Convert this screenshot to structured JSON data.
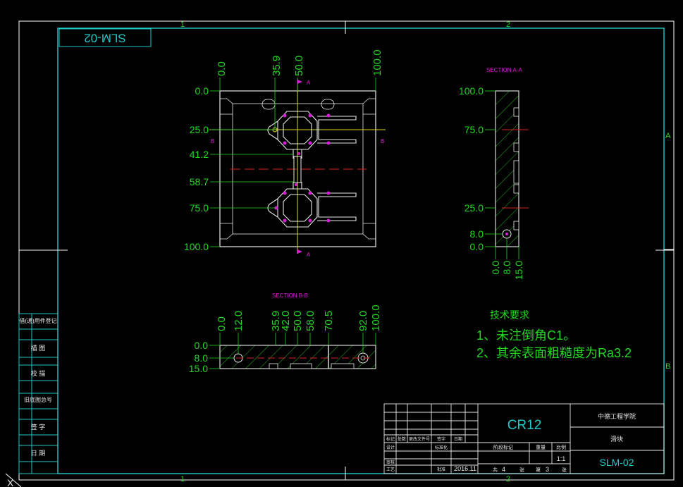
{
  "colors": {
    "bg": "#000000",
    "frame": "#ffffff",
    "border": "#22c8c8",
    "outline": "#e8e8e8",
    "dim": "#22d822",
    "hatch": "#22b022",
    "center": "#d82020",
    "section": "#d81fd8",
    "axis": "#d8d820"
  },
  "frame": {
    "zone_cols": [
      "1",
      "2"
    ],
    "zone_rows": [
      "A",
      "B"
    ],
    "corner_mark": "X"
  },
  "drawing_no_box": "SLM-02",
  "front_view": {
    "x_labels": [
      "0.0",
      "35.9",
      "50.0",
      "100.0"
    ],
    "y_labels": [
      "0.0",
      "25.0",
      "41.2",
      "58.7",
      "75.0",
      "100.0"
    ],
    "section_marks": {
      "a": "A",
      "b": "B"
    }
  },
  "section_aa": {
    "title": "SECTION A-A",
    "y_labels": [
      "100.0",
      "75.0",
      "25.0",
      "8.0",
      "0.0"
    ],
    "x_labels": [
      "0.0",
      "8.0",
      "15.0"
    ]
  },
  "section_bb": {
    "title": "SECTION B-B",
    "x_labels": [
      "0.0",
      "12.0",
      "35.9",
      "42.0",
      "50.0",
      "58.0",
      "70.5",
      "92.0",
      "100.0"
    ],
    "y_labels": [
      "0.0",
      "8.0",
      "15.0"
    ]
  },
  "notes": {
    "title": "技术要求",
    "line1": "1、未注倒角C1。",
    "line2": "2、其余表面粗糙度为Ra3.2"
  },
  "left_strip": [
    "借(通)用件登记",
    "描 图",
    "校 描",
    "旧底图总号",
    "签 字",
    "日 期"
  ],
  "title_block": {
    "material": "CR12",
    "school": "中德工程学院",
    "part_name": "滑块",
    "drawing_no": "SLM-02",
    "scale": "1:1",
    "date": "2016.11",
    "sheet_total": "4",
    "sheet_no": "3",
    "header_cells": [
      "标记",
      "处数",
      "更改文件号",
      "签字",
      "日期"
    ],
    "role_cells": [
      "设计",
      "标准化"
    ],
    "review_cells": [
      "审核",
      "工艺",
      "批准"
    ],
    "stage_label": "阶段标记",
    "weight_label": "重量",
    "scale_label": "比例",
    "total_prefix": "共",
    "total_suffix": "张",
    "sheet_prefix": "第",
    "sheet_suffix": "张"
  }
}
